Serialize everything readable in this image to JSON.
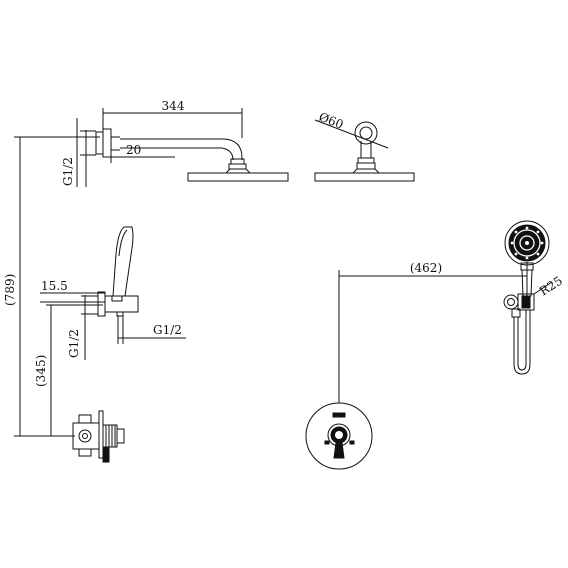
{
  "colors": {
    "ink": "#111111",
    "paper": "#ffffff"
  },
  "dimensions": {
    "arm_length": "344",
    "flange_offset": "20",
    "inlet_thread_top": "G1/2",
    "rose_diameter": "Ø60",
    "handset_height": "15.5",
    "outlet_thread": "G1/2",
    "inlet_thread_lower": "G1/2",
    "total_height": "(789)",
    "valve_height": "(345)",
    "hose_reach": "(462)",
    "holder_radius": "R25"
  }
}
